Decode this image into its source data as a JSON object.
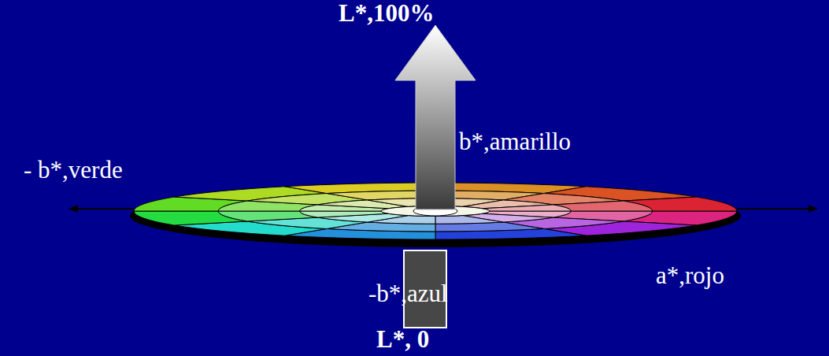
{
  "diagram": {
    "labels": [
      "L*,100%",
      "b*,amarillo",
      "- b*,verde",
      "a*,rojo",
      "-b*,azul",
      "L*, 0"
    ]
  }
}
